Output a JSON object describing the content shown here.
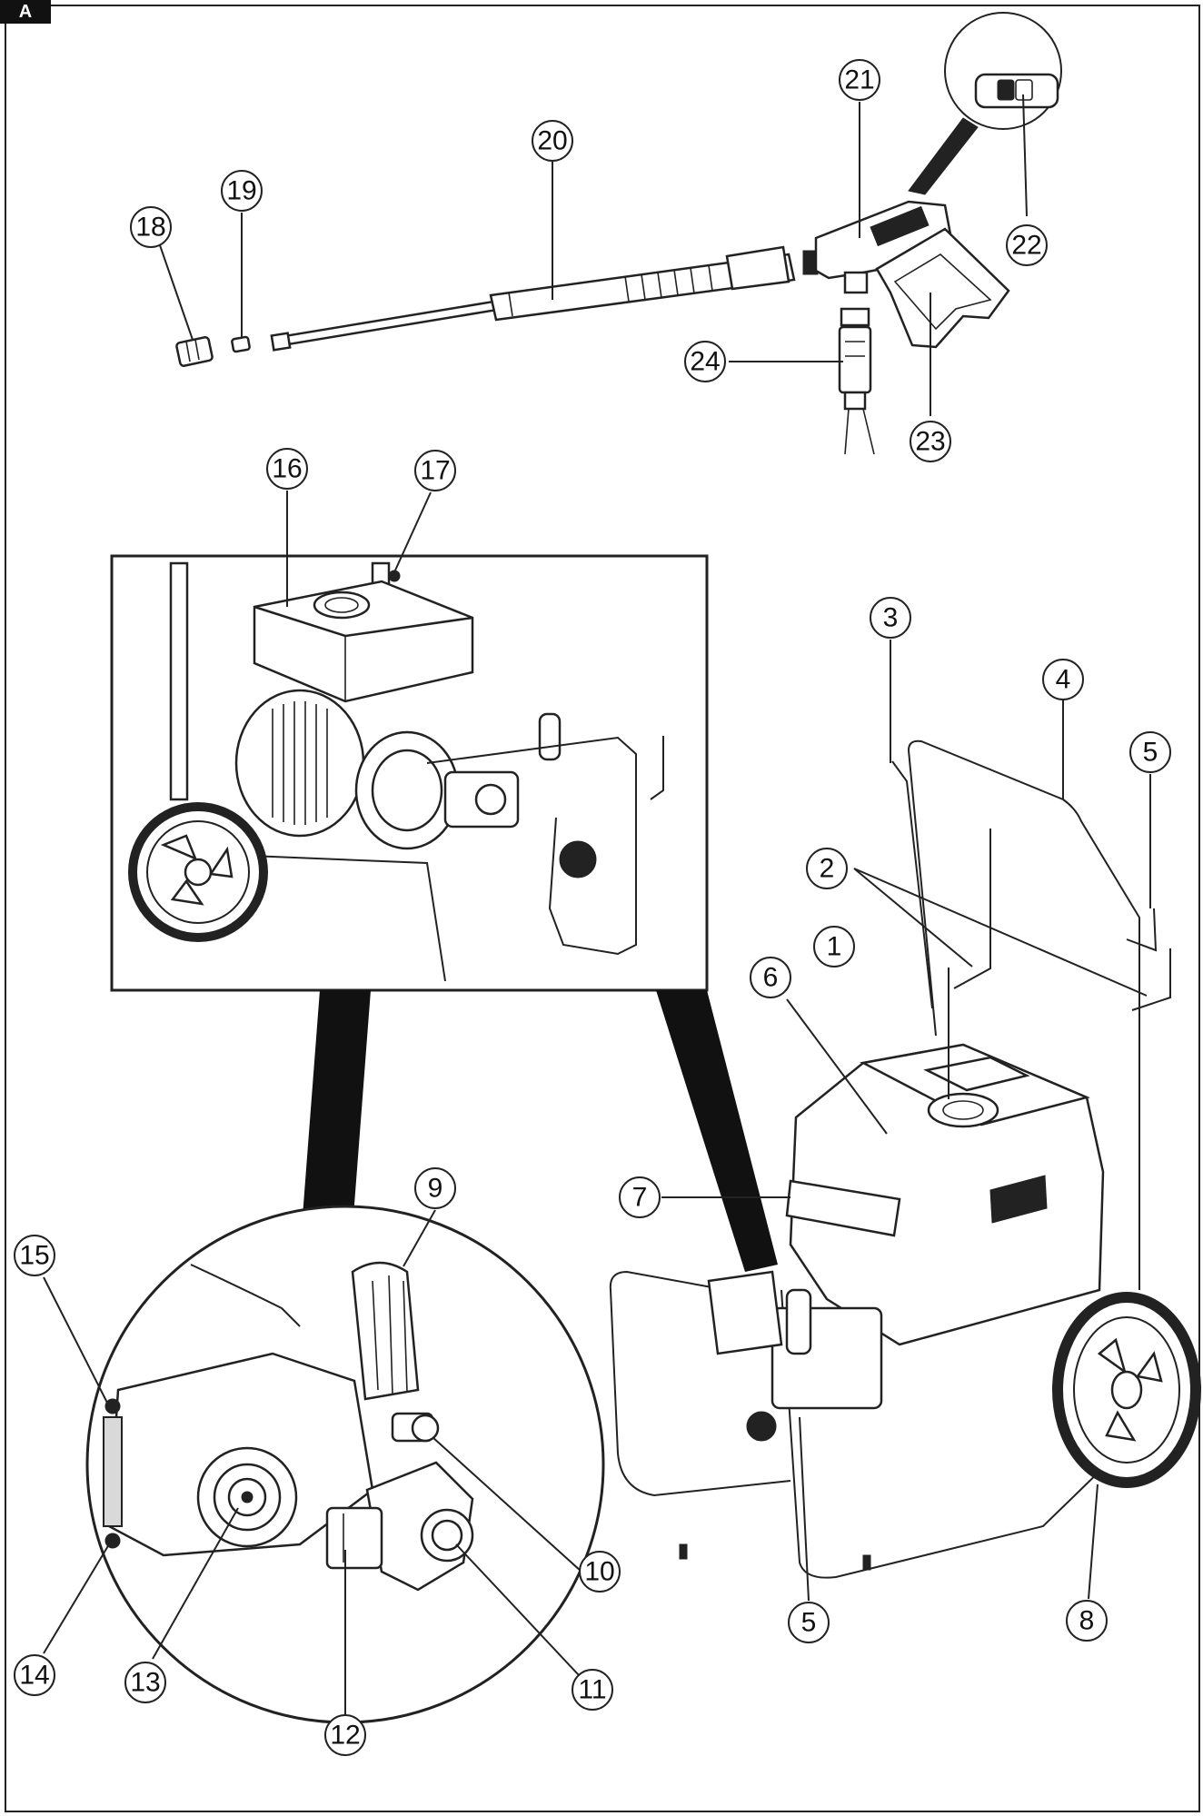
{
  "figure": {
    "panel_label": "A",
    "callouts": [
      {
        "id": "c1",
        "label": "1"
      },
      {
        "id": "c2",
        "label": "2"
      },
      {
        "id": "c3",
        "label": "3"
      },
      {
        "id": "c4",
        "label": "4"
      },
      {
        "id": "c5a",
        "label": "5"
      },
      {
        "id": "c5b",
        "label": "5"
      },
      {
        "id": "c6",
        "label": "6"
      },
      {
        "id": "c7",
        "label": "7"
      },
      {
        "id": "c8",
        "label": "8"
      },
      {
        "id": "c9",
        "label": "9"
      },
      {
        "id": "c10",
        "label": "10"
      },
      {
        "id": "c11",
        "label": "11"
      },
      {
        "id": "c12",
        "label": "12"
      },
      {
        "id": "c13",
        "label": "13"
      },
      {
        "id": "c14",
        "label": "14"
      },
      {
        "id": "c15",
        "label": "15"
      },
      {
        "id": "c16",
        "label": "16"
      },
      {
        "id": "c17",
        "label": "17"
      },
      {
        "id": "c18",
        "label": "18"
      },
      {
        "id": "c19",
        "label": "19"
      },
      {
        "id": "c20",
        "label": "20"
      },
      {
        "id": "c21",
        "label": "21"
      },
      {
        "id": "c22",
        "label": "22"
      },
      {
        "id": "c23",
        "label": "23"
      },
      {
        "id": "c24",
        "label": "24"
      }
    ]
  }
}
